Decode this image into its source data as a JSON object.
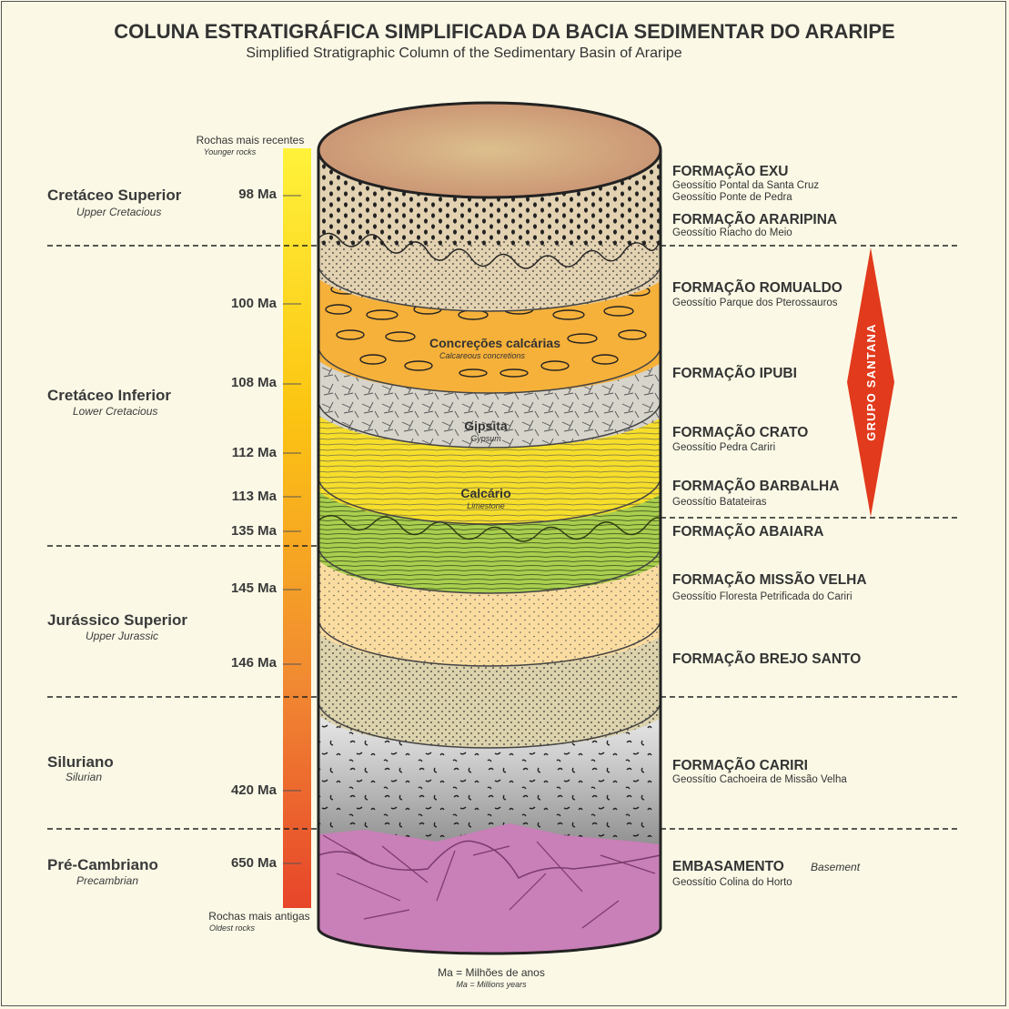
{
  "title": "COLUNA ESTRATIGRÁFICA SIMPLIFICADA DA BACIA SEDIMENTAR DO ARARIPE",
  "subtitle": "Simplified Stratigraphic Column of the Sedimentary Basin of Araripe",
  "scale": {
    "top_label": "Rochas mais recentes",
    "top_label_en": "Younger rocks",
    "bottom_label": "Rochas mais antigas",
    "bottom_label_en": "Oldest rocks",
    "ages": [
      "98 Ma",
      "100 Ma",
      "108 Ma",
      "112 Ma",
      "113 Ma",
      "135 Ma",
      "145 Ma",
      "146 Ma",
      "420 Ma",
      "650 Ma"
    ]
  },
  "eras": [
    {
      "name": "Cretáceo Superior",
      "name_en": "Upper Cretacious"
    },
    {
      "name": "Cretáceo Inferior",
      "name_en": "Lower Cretacious"
    },
    {
      "name": "Jurássico Superior",
      "name_en": "Upper Jurassic"
    },
    {
      "name": "Siluriano",
      "name_en": "Silurian"
    },
    {
      "name": "Pré-Cambriano",
      "name_en": "Precambrian"
    }
  ],
  "formations": [
    {
      "name": "FORMAÇÃO EXU",
      "geo": [
        "Geossítio Pontal da Santa Cruz",
        "Geossítio Ponte de Pedra"
      ]
    },
    {
      "name": "FORMAÇÃO ARARIPINA",
      "geo": [
        "Geossítio Riacho do Meio"
      ]
    },
    {
      "name": "FORMAÇÃO ROMUALDO",
      "geo": [
        "Geossítio Parque dos Pterossauros"
      ]
    },
    {
      "name": "FORMAÇÃO IPUBI",
      "geo": []
    },
    {
      "name": "FORMAÇÃO CRATO",
      "geo": [
        "Geossítio Pedra Cariri"
      ]
    },
    {
      "name": "FORMAÇÃO BARBALHA",
      "geo": [
        "Geossítio Batateiras"
      ]
    },
    {
      "name": "FORMAÇÃO ABAIARA",
      "geo": []
    },
    {
      "name": "FORMAÇÃO MISSÃO VELHA",
      "geo": [
        "Geossítio Floresta Petrificada do Cariri"
      ]
    },
    {
      "name": "FORMAÇÃO BREJO SANTO",
      "geo": []
    },
    {
      "name": "FORMAÇÃO CARIRI",
      "geo": [
        "Geossítio Cachoeira de Missão Velha"
      ]
    },
    {
      "name": "EMBASAMENTO",
      "name_en": "Basement",
      "geo": [
        "Geossítio Colina do Horto"
      ]
    }
  ],
  "group": "GRUPO SANTANA",
  "column_labels": [
    {
      "name": "Concreções calcárias",
      "name_en": "Calcareous concretions"
    },
    {
      "name": "Gipsita",
      "name_en": "Gypsum"
    },
    {
      "name": "Calcário",
      "name_en": "Limestone"
    }
  ],
  "footnote": {
    "text": "Ma = Milhões de anos",
    "text_en": "Ma = Millions years"
  },
  "colors": {
    "background": "#fbf9e6",
    "group_arrow": "#e23a1c",
    "exu": "#e3d2b1",
    "romualdo": "#f6b13a",
    "ipubi": "#d6d4cb",
    "crato": "#f6de2a",
    "abaiara": "#a9cf4f",
    "missao_velha": "#fbdca0",
    "brejo_santo": "#dcd2ac",
    "basement": "#c97fb7"
  }
}
